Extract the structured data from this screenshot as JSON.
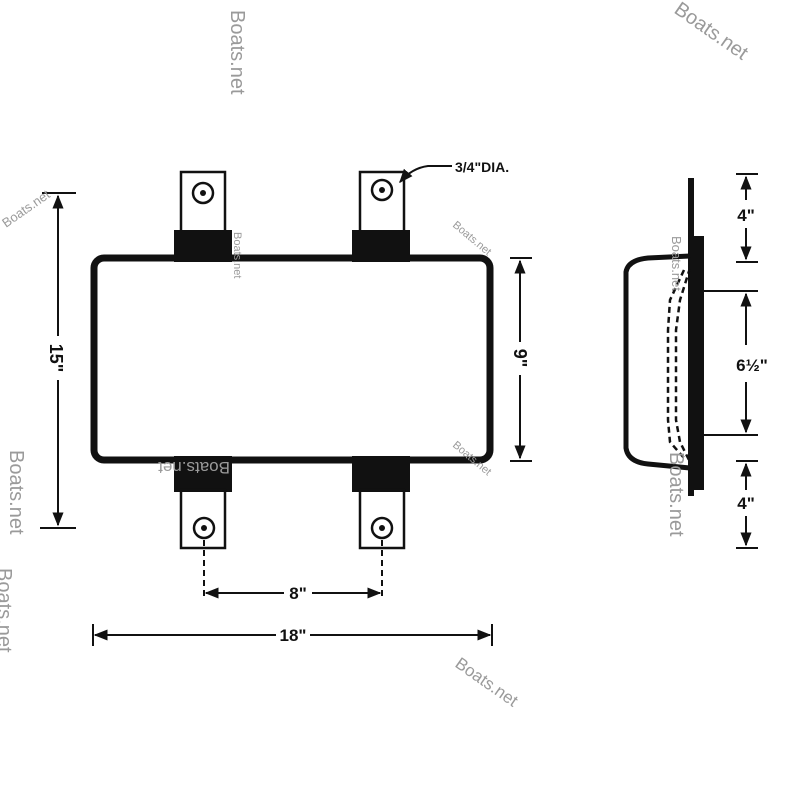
{
  "diagram": {
    "callout_hole": "3/4\"DIA.",
    "dims": {
      "overall_height": "15\"",
      "body_height": "9\"",
      "tab_spacing": "8\"",
      "overall_length": "18\"",
      "side_top": "4\"",
      "side_middle": "6½\"",
      "side_bottom": "4\""
    }
  },
  "watermark": "Boats.net",
  "colors": {
    "ink": "#111111",
    "watermark": "#9a9a9a",
    "background": "#ffffff"
  }
}
